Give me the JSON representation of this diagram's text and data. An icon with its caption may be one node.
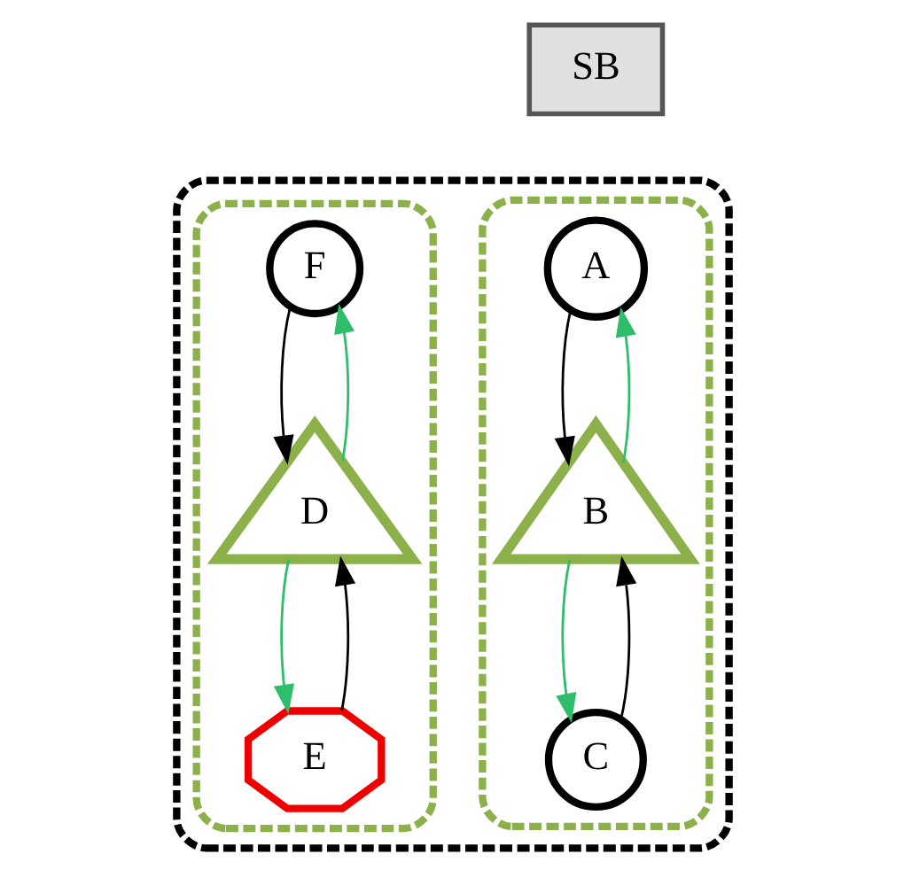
{
  "diagram": {
    "nodes": [
      {
        "text": [
          "SB"
        ]
      },
      {
        "text": [],
        "shape": "ellipse"
      },
      {
        "text": [],
        "shape": "band",
        "in": 1
      },
      {
        "text": [],
        "shape": "band",
        "in": 1
      },
      {
        "text": [
          "A"
        ],
        "in": 2
      },
      {
        "text": [
          "B"
        ],
        "in": 2
      },
      {
        "text": [
          "C"
        ],
        "in": 2
      },
      {
        "text": [
          "F"
        ],
        "in": 3
      },
      {
        "text": [
          "E"
        ],
        "in": 3
      },
      {
        "text": [
          "D"
        ],
        "in": 3
      }
    ],
    "edges": [
      {
        "from": 4,
        "to": 5,
        "arrow": "to"
      },
      {
        "from": 5,
        "to": 4,
        "arrow": "to",
        "color": "#2ebd6b"
      },
      {
        "from": 6,
        "to": 5,
        "arrow": "to"
      },
      {
        "from": 5,
        "to": 6,
        "arrow": "to",
        "color": "#2ebd6b"
      },
      {
        "from": 7,
        "to": 9,
        "arrow": "to"
      },
      {
        "from": 9,
        "to": 7,
        "arrow": "to",
        "color": "#2ebd6b"
      },
      {
        "from": 9,
        "to": 8,
        "arrow": "to",
        "color": "#2ebd6b"
      },
      {
        "from": 8,
        "to": 9,
        "arrow": "to"
      }
    ]
  }
}
